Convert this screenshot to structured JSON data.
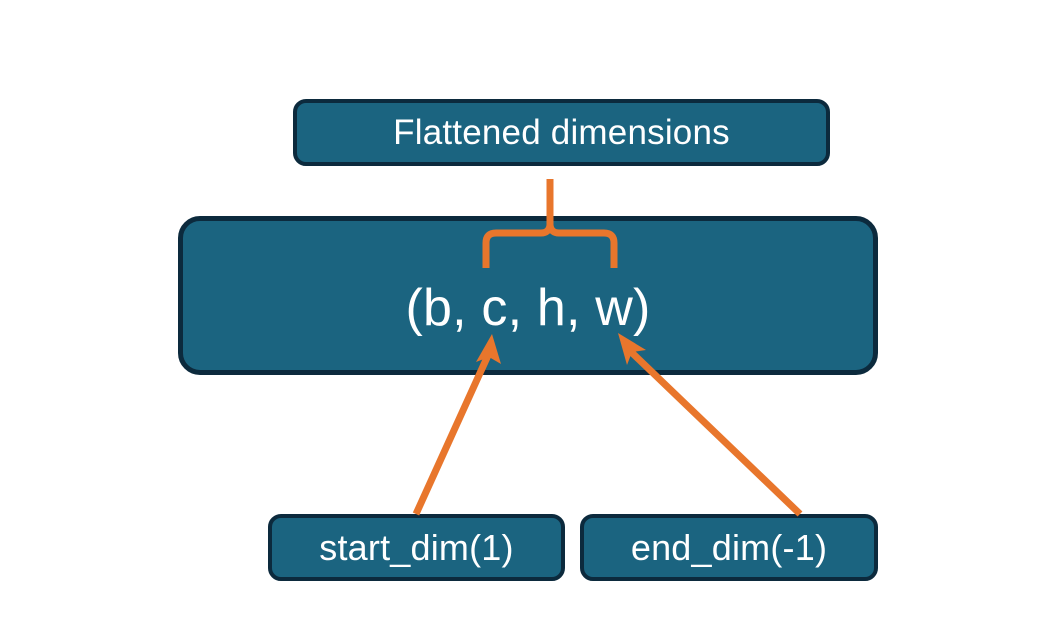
{
  "diagram": {
    "title": "PyTorch flatten start_dim / end_dim illustration",
    "background_color": "#ffffff",
    "node_fill_color": "#1b6480",
    "node_border_color": "#0c2a3d",
    "node_text_color": "#ffffff",
    "connector_color": "#e8762c",
    "nodes": {
      "flattened": {
        "label": "Flattened dimensions"
      },
      "shape": {
        "label": "(b, c, h, w)"
      },
      "start_dim": {
        "label": "start_dim(1)"
      },
      "end_dim": {
        "label": "end_dim(-1)"
      }
    },
    "connectors": {
      "brace": {
        "name": "curly-brace-up",
        "from": "shape-dims-c-to-w",
        "to": "flattened"
      },
      "arrow_start": {
        "name": "arrow-up-right",
        "from": "start_dim",
        "to": "shape-dim-c"
      },
      "arrow_end": {
        "name": "arrow-up-left",
        "from": "end_dim",
        "to": "shape-dim-w"
      }
    }
  }
}
